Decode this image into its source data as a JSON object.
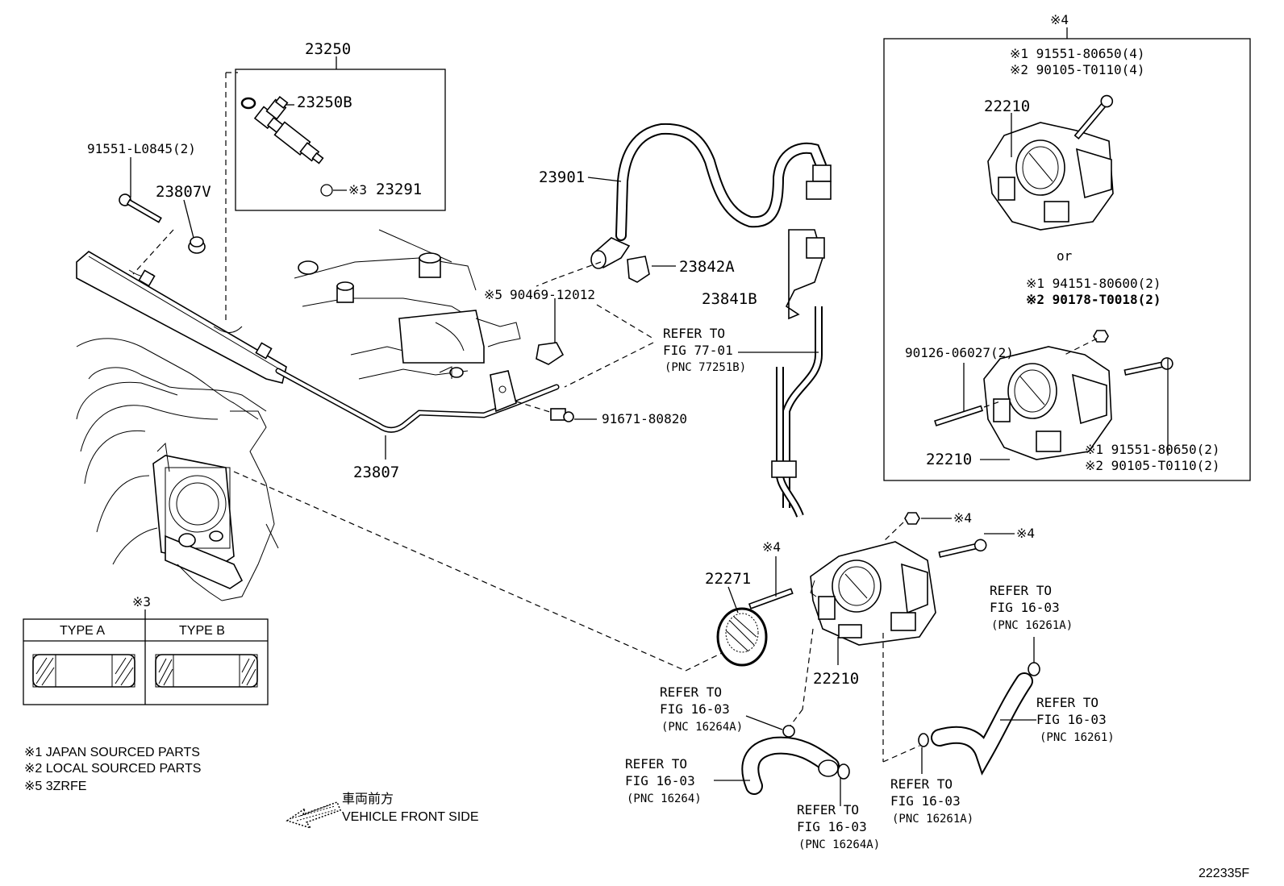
{
  "parts": {
    "p23250": "23250",
    "p23250b": "23250B",
    "p23291": "23291",
    "p23291_mark": "※3",
    "p91551_l0845": "91551-L0845(2)",
    "p23807v": "23807V",
    "p23807": "23807",
    "p23901": "23901",
    "p23842a": "23842A",
    "p23841b": "23841B",
    "p90469": "90469-12012",
    "p90469_mark": "※5",
    "p91671": "91671-80820",
    "p22271": "22271",
    "p22271_mark": "※4",
    "p22210_main": "22210",
    "tb_nut_mark": "※4",
    "tb_bolt_mark": "※4"
  },
  "refs": {
    "r77": [
      "REFER TO",
      "FIG 77-01",
      "(PNC 77251B)"
    ],
    "r16261a_top": [
      "REFER TO",
      "FIG 16-03",
      "(PNC 16261A)"
    ],
    "r16261": [
      "REFER TO",
      "FIG 16-03",
      "(PNC 16261)"
    ],
    "r16264a_left": [
      "REFER TO",
      "FIG 16-03",
      "(PNC 16264A)"
    ],
    "r16264": [
      "REFER TO",
      "FIG 16-03",
      "(PNC 16264)"
    ],
    "r16264a_bottom": [
      "REFER TO",
      "FIG 16-03",
      "(PNC 16264A)"
    ],
    "r16261a_bottom": [
      "REFER TO",
      "FIG 16-03",
      "(PNC 16261A)"
    ]
  },
  "inset": {
    "mark": "※4",
    "top_line1": "※1  91551-80650(4)",
    "top_line2": "※2  90105-T0110(4)",
    "top_part": "22210",
    "or_text": "or",
    "mid_line1": "※1  94151-80600(2)",
    "mid_line2": "※2  90178-T0018(2)",
    "stud": "90126-06027(2)",
    "bottom_part": "22210",
    "bottom_line1": "※1  91551-80650(2)",
    "bottom_line2": "※2  90105-T0110(2)"
  },
  "type_table": {
    "mark": "※3",
    "type_a": "TYPE A",
    "type_b": "TYPE B"
  },
  "notes": {
    "n1": "※1 JAPAN SOURCED PARTS",
    "n2": "※2 LOCAL SOURCED PARTS",
    "n5": "※5 3ZRFE"
  },
  "direction": {
    "jp": "車両前方",
    "en": "VEHICLE FRONT SIDE"
  },
  "figure_id": "222335F"
}
